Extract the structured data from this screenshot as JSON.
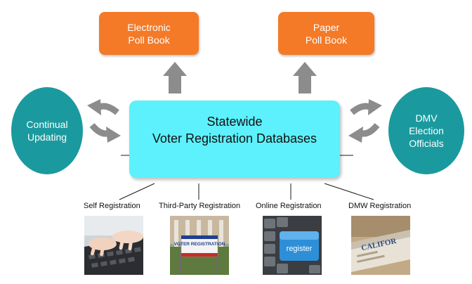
{
  "nodes": {
    "electronic_poll_book": [
      "Electronic",
      "Poll Book"
    ],
    "paper_poll_book": [
      "Paper",
      "Poll Book"
    ],
    "continual_updating": [
      "Continual",
      "Updating"
    ],
    "database": [
      "Statewide",
      "Voter Registration Databases"
    ],
    "dmv_election_officials": [
      "DMV",
      "Election",
      "Officials"
    ]
  },
  "sources": [
    {
      "label": "Self Registration"
    },
    {
      "label": "Third-Party Registration",
      "sign_text": "VOTER REGISTRATION"
    },
    {
      "label": "Online Registration",
      "key_text": "register"
    },
    {
      "label": "DMW Registration",
      "card_text": "CALIFOR"
    }
  ],
  "colors": {
    "orange": "#f47a28",
    "teal": "#1a9a9e",
    "database": "#5cf1fc",
    "arrow": "#8c8c8c"
  }
}
